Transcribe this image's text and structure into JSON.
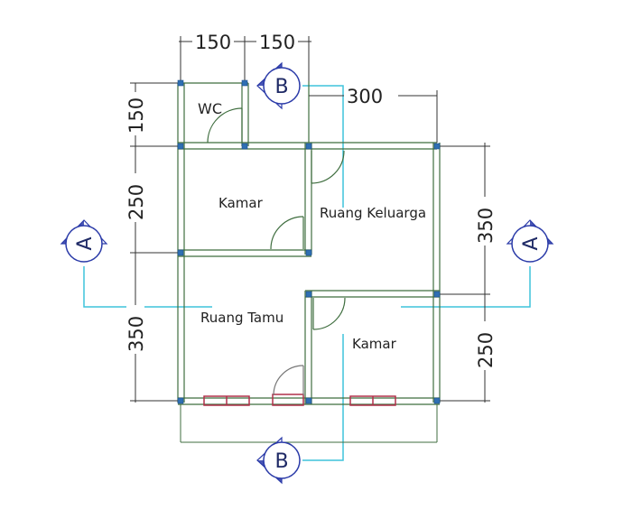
{
  "rooms": {
    "wc": "WC",
    "kamar_1": "Kamar",
    "ruang_keluarga": "Ruang Keluarga",
    "ruang_tamu": "Ruang Tamu",
    "kamar_2": "Kamar"
  },
  "dimensions": {
    "top_left": "150",
    "top_mid": "150",
    "top_right": "300",
    "left_top": "150",
    "left_mid": "250",
    "left_bottom": "350",
    "right_top": "350",
    "right_bottom": "250"
  },
  "section_markers": {
    "left": "A",
    "right": "A",
    "top": "B",
    "bottom": "B"
  },
  "colors": {
    "wall": "#3f6e3f",
    "column": "#2f6fb3",
    "dimension": "#333333",
    "section_line": "#3fc4dc",
    "marker": "#2a3aa8",
    "window": "#b0304a"
  }
}
